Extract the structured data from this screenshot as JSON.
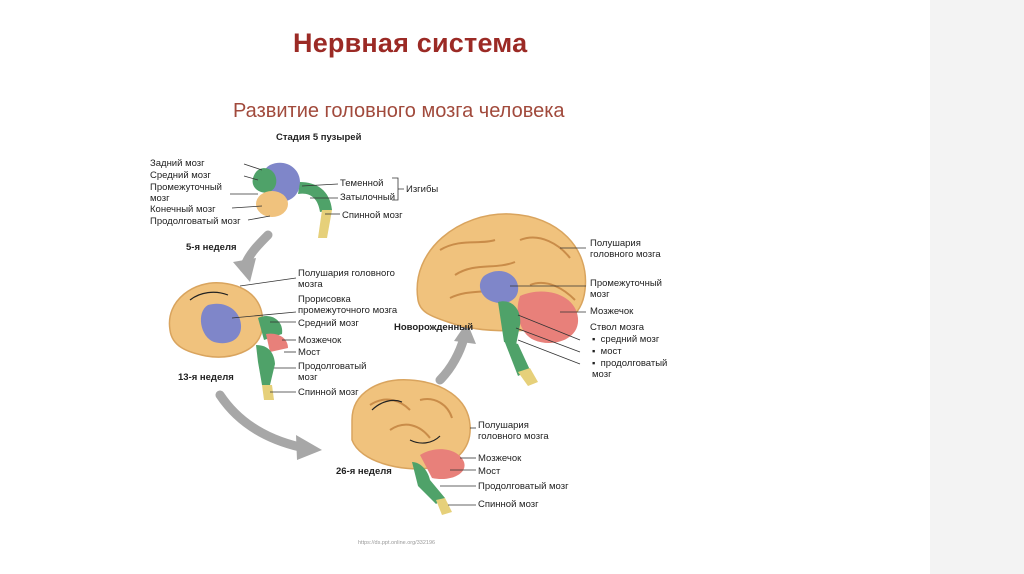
{
  "slide_title": "Нервная система",
  "diagram_title": "Развитие головного мозга человека",
  "stage5": {
    "heading": "Стадия 5 пузырей",
    "left_labels": [
      "Задний мозг",
      "Средний мозг",
      "Промежуточный мозг",
      "Конечный мозг",
      "Продолговатый мозг"
    ],
    "right_labels": [
      "Теменной",
      "Затылочный",
      "Спинной мозг"
    ],
    "bends": "Изгибы",
    "week": "5-я неделя"
  },
  "week13": {
    "labels": [
      "Полушария головного мозга",
      "Прорисовка промежуточного мозга",
      "Средний мозг",
      "Мозжечок",
      "Мост",
      "Продолговатый мозг",
      "Спинной мозг"
    ],
    "week": "13-я неделя"
  },
  "week26": {
    "labels": [
      "Полушария головного мозга",
      "Мозжечок",
      "Мост",
      "Продолговатый мозг",
      "Спинной мозг"
    ],
    "week": "26-я неделя"
  },
  "newborn": {
    "week": "Новорожденный",
    "labels": [
      "Полушария головного мозга",
      "Промежуточный мозг",
      "Мозжечок",
      "Ствол мозга"
    ],
    "stem_items": [
      "средний мозг",
      "мост",
      "продолговатый мозг"
    ]
  },
  "source": "https://ds.ppt.online.org/332196",
  "colors": {
    "title": "#9b2a25",
    "cortex": "#f0c27d",
    "midbrain": "#7f86c9",
    "cerebellum": "#e8807a",
    "pons": "#4fa269",
    "medulla": "#e6d07a",
    "arrow": "#a7a7a7"
  }
}
